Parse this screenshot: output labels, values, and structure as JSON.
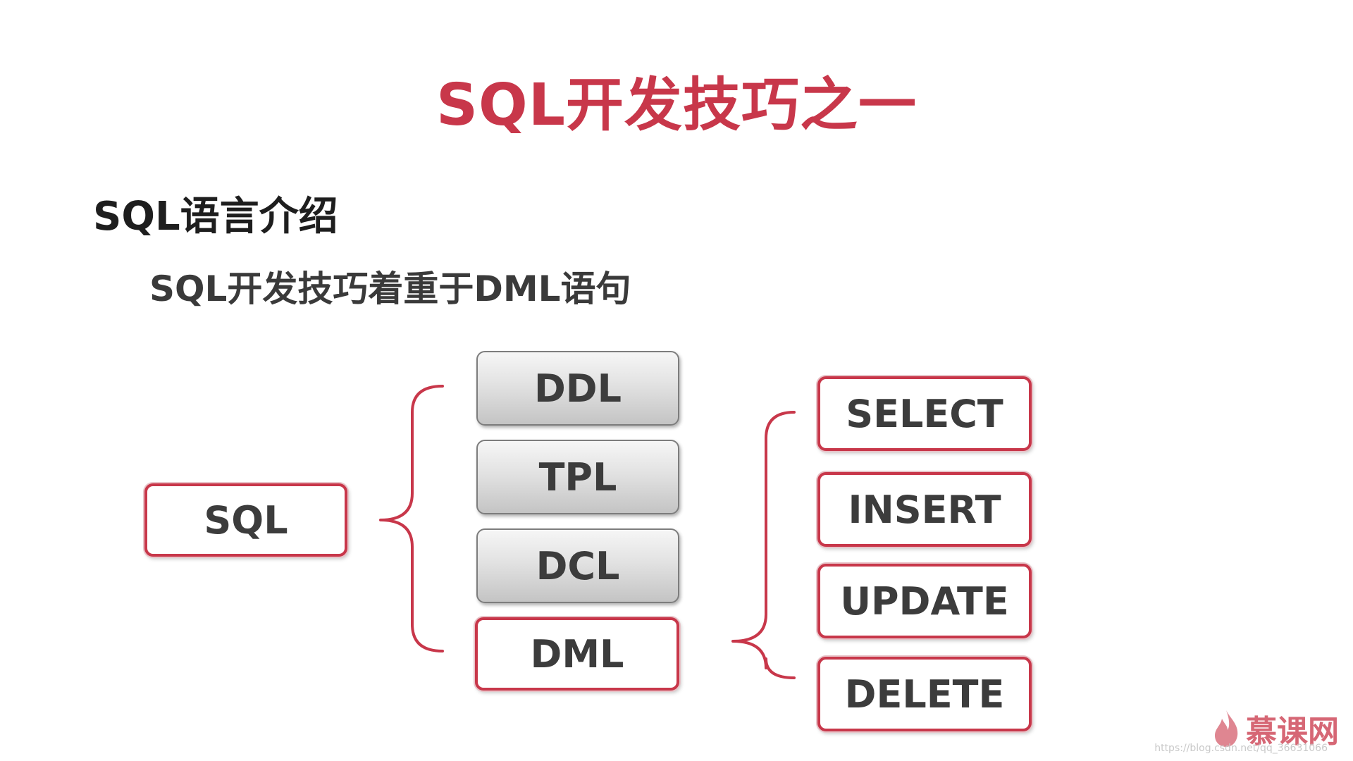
{
  "slide": {
    "title": "SQL开发技巧之一",
    "heading": "SQL语言介绍",
    "subheading": "SQL开发技巧着重于DML语句"
  },
  "diagram": {
    "root": "SQL",
    "categories": [
      "DDL",
      "TPL",
      "DCL",
      "DML"
    ],
    "highlighted_category": "DML",
    "dml_statements": [
      "SELECT",
      "INSERT",
      "UPDATE",
      "DELETE"
    ]
  },
  "colors": {
    "accent": "#c8374a",
    "text": "#3c3c3c",
    "gray_box": "#d6d6d6"
  },
  "watermark": {
    "logo_text": "慕课网",
    "logo_icon": "flame-icon",
    "url": "https://blog.csdn.net/qq_36631066"
  }
}
